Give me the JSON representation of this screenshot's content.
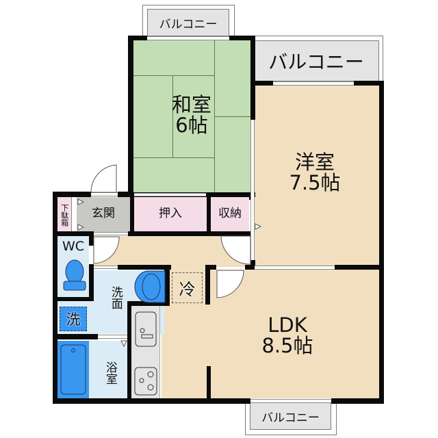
{
  "floorplan": {
    "colors": {
      "tatami": "#c3ddb4",
      "wood_floor": "#f1dfc0",
      "closet": "#f5dde8",
      "entrance": "#c8c8c4",
      "wet_area": "#dcecf6",
      "fixture_blue": "#3a97f0",
      "kitchen_counter": "#e4e4e4",
      "balcony": "#e4e4e4",
      "wall": "#0a0a0a"
    },
    "rooms": {
      "washitsu": {
        "name": "和室",
        "size": "6帖"
      },
      "youshitsu": {
        "name": "洋室",
        "size": "7.5帖"
      },
      "ldk": {
        "name": "LDK",
        "size": "8.5帖"
      },
      "genkan": {
        "name": "玄関"
      },
      "geta_bako": {
        "name": "下駄箱"
      },
      "oshiire": {
        "name": "押入"
      },
      "shuno": {
        "name": "収納"
      },
      "wc": {
        "name": "WC"
      },
      "senmen": {
        "name": "洗面"
      },
      "sentakuki": {
        "name": "洗"
      },
      "yokushitsu": {
        "name": "浴室"
      },
      "reizouko": {
        "name": "冷"
      }
    },
    "balconies": {
      "top_left": "バルコニー",
      "top_right": "バルコニー",
      "bottom": "バルコニー"
    }
  }
}
